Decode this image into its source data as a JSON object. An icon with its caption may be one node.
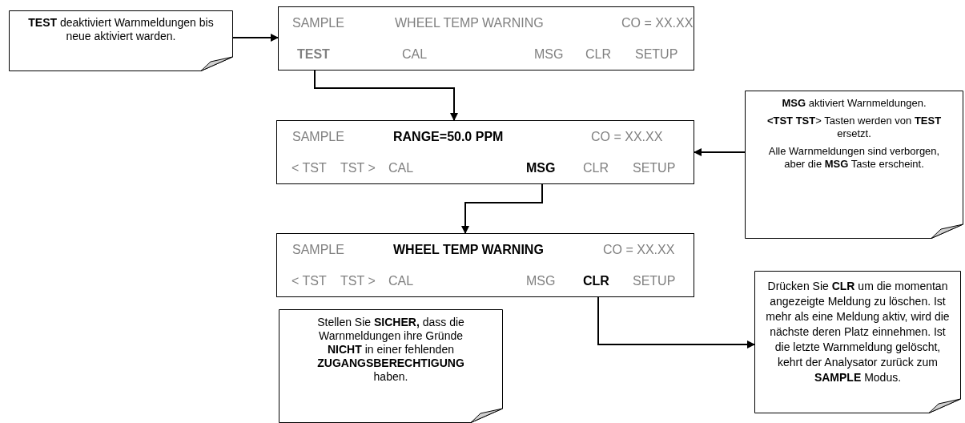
{
  "diagram": {
    "nodes": [
      {
        "text": [
          "**TEST** deaktiviert Warnmeldungen bis neue aktiviert warden."
        ]
      },
      {
        "text": [
          "SAMPLE",
          "WHEEL TEMP WARNING",
          "CO = XX.XX"
        ]
      },
      {
        "text": [
          "TEST"
        ],
        "in": 1
      },
      {
        "text": [
          "CAL"
        ],
        "in": 1
      },
      {
        "text": [
          "MSG"
        ],
        "in": 1
      },
      {
        "text": [
          "CLR"
        ],
        "in": 1
      },
      {
        "text": [
          "SETUP"
        ],
        "in": 1
      },
      {
        "text": [
          "SAMPLE",
          "RANGE=50.0 PPM",
          "CO = XX.XX"
        ]
      },
      {
        "text": [
          "< TST"
        ],
        "in": 7
      },
      {
        "text": [
          "TST >"
        ],
        "in": 7
      },
      {
        "text": [
          "CAL"
        ],
        "in": 7
      },
      {
        "text": [
          "MSG"
        ],
        "in": 7
      },
      {
        "text": [
          "CLR"
        ],
        "in": 7
      },
      {
        "text": [
          "SETUP"
        ],
        "in": 7
      },
      {
        "text": [
          "**MSG** aktiviert Warnmeldungen.",
          "**<TST TST**> Tasten werden von **TEST** ersetzt.",
          "Alle Warnmeldungen sind verborgen, aber die **MSG** Taste erscheint."
        ]
      },
      {
        "text": [
          "SAMPLE",
          "WHEEL TEMP WARNING",
          "CO = XX.XX"
        ]
      },
      {
        "text": [
          "< TST"
        ],
        "in": 15
      },
      {
        "text": [
          "TST >"
        ],
        "in": 15
      },
      {
        "text": [
          "CAL"
        ],
        "in": 15
      },
      {
        "text": [
          "MSG"
        ],
        "in": 15
      },
      {
        "text": [
          "CLR"
        ],
        "in": 15
      },
      {
        "text": [
          "SETUP"
        ],
        "in": 15
      },
      {
        "text": [
          "Stellen Sie **SICHER,** dass die Warnmeldungen ihre Gründe **NICHT** in einer fehlenden **ZUGANGSBERECHTIGUNG** haben."
        ]
      },
      {
        "text": [
          "Drücken Sie **CLR** um die momentan angezeigte Meldung zu löschen. Ist mehr als eine Meldung aktiv, wird die nächste deren Platz einnehmen. Ist die letzte Warnmeldung gelöscht, kehrt der Analysator zurück zum **SAMPLE** Modus."
        ]
      }
    ],
    "edges": [
      {
        "from": 0,
        "to": 1,
        "arrow": "to"
      },
      {
        "from": 2,
        "to": 7,
        "arrow": "to"
      },
      {
        "from": 14,
        "to": 7,
        "arrow": "to"
      },
      {
        "from": 11,
        "to": 15,
        "arrow": "to"
      },
      {
        "from": 20,
        "to": 23,
        "arrow": "to"
      }
    ]
  }
}
